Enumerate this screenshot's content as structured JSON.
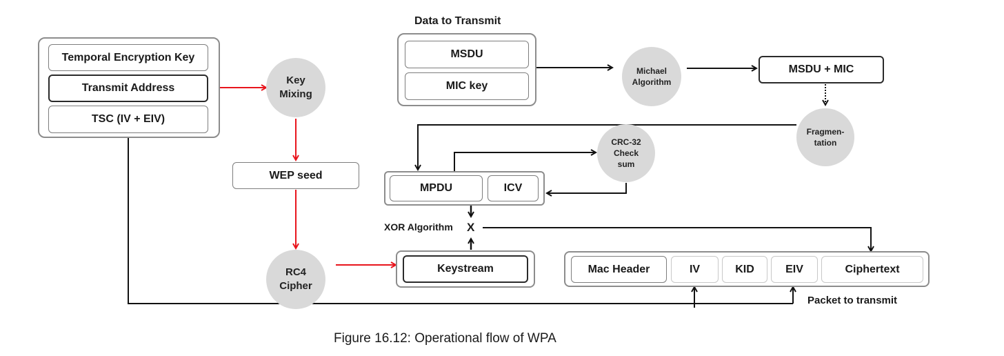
{
  "key_group": {
    "tek": "Temporal Encryption Key",
    "ta": "Transmit Address",
    "tsc": "TSC (IV + EIV)"
  },
  "key_mixing": {
    "line1": "Key",
    "line2": "Mixing"
  },
  "wep_seed": "WEP seed",
  "rc4": {
    "line1": "RC4",
    "line2": "Cipher"
  },
  "data_title": "Data to Transmit",
  "msdu": "MSDU",
  "mic_key": "MIC key",
  "michael": {
    "line1": "Michael",
    "line2": "Algorithm"
  },
  "msdu_mic": "MSDU + MIC",
  "fragmentation": {
    "line1": "Fragmen-",
    "line2": "tation"
  },
  "crc": {
    "line1": "CRC-32",
    "line2": "Check",
    "line3": "sum"
  },
  "mpdu": "MPDU",
  "icv": "ICV",
  "xor_label": "XOR Algorithm",
  "xor_symbol": "X",
  "keystream": "Keystream",
  "packet": {
    "mac_header": "Mac Header",
    "iv": "IV",
    "kid": "KID",
    "eiv": "EIV",
    "ciphertext": "Ciphertext",
    "label": "Packet to transmit"
  },
  "caption": "Figure 16.12: Operational flow of WPA",
  "colors": {
    "red_arrow": "#e8141c",
    "black_arrow": "#111111",
    "node_fill": "#d9d9d9"
  }
}
